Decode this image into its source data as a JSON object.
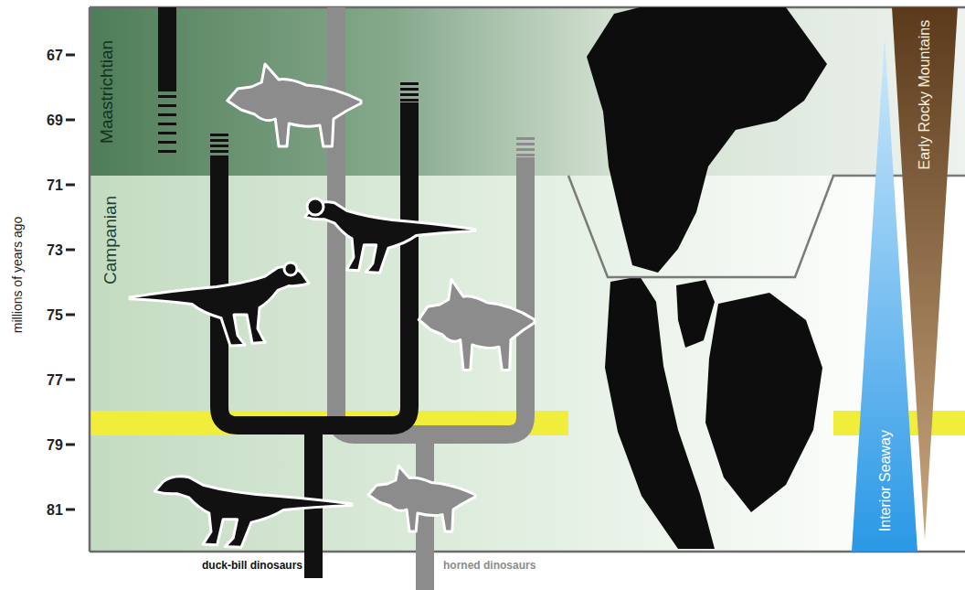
{
  "diagram": {
    "nodes": [
      {
        "text": [
          "Maastrichtian"
        ]
      },
      {
        "text": [
          "Campanian"
        ]
      },
      {
        "text": [
          "Interior Seaway"
        ]
      },
      {
        "text": [
          "Early Rocky Mountains"
        ]
      }
    ],
    "labels": [
      "millions of years ago",
      "67",
      "69",
      "71",
      "73",
      "75",
      "77",
      "79",
      "81",
      "duck-bill dinosaurs",
      "horned dinosaurs"
    ]
  }
}
